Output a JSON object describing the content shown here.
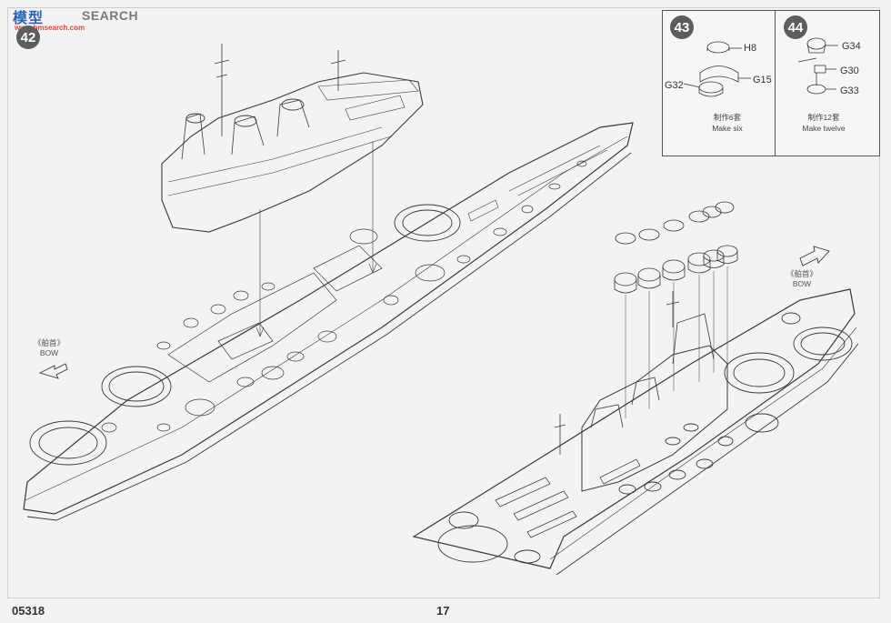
{
  "watermark": {
    "brand": "模型",
    "brand_sub": "SEARCH",
    "site": "www.hmsearch.com"
  },
  "steps": {
    "main": "42",
    "inset_left": "43",
    "inset_right": "44"
  },
  "inset_left": {
    "parts": [
      "H8",
      "G15",
      "G32"
    ],
    "make_cn": "制作6套",
    "make_en": "Make six"
  },
  "inset_right": {
    "parts": [
      "G34",
      "G30",
      "G33"
    ],
    "make_cn": "制作12套",
    "make_en": "Make twelve"
  },
  "bow_left": {
    "cn": "《舶首》",
    "en": "BOW"
  },
  "bow_right": {
    "cn": "《舶首》",
    "en": "BOW"
  },
  "footer": {
    "code": "05318",
    "page": "17"
  },
  "colors": {
    "line": "#3a3a3a",
    "badge": "#5d5d5d",
    "paper": "#f4f3f1"
  }
}
